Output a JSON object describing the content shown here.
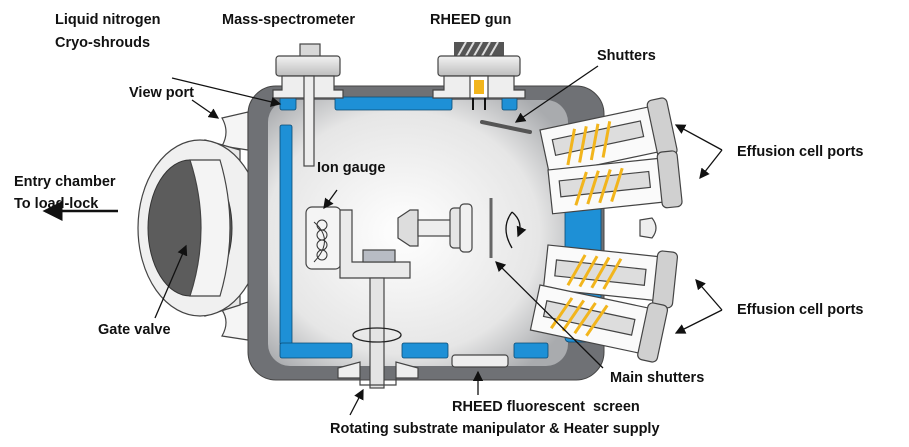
{
  "labels": {
    "cryo_line1": "Liquid nitrogen",
    "cryo_line2": "Cryo-shrouds",
    "mass_spec": "Mass-spectrometer",
    "rheed_gun": "RHEED gun",
    "shutters": "Shutters",
    "view_port": "View port",
    "entry_line1": "Entry chamber",
    "entry_line2": "To load-lock",
    "ion_gauge": "Ion gauge",
    "effusion_top": "Effusion cell ports",
    "effusion_bottom": "Effusion cell ports",
    "gate_valve": "Gate valve",
    "main_shutters": "Main shutters",
    "rheed_screen": "RHEED fluorescent  screen",
    "manipulator": "Rotating substrate manipulator & Heater supply"
  },
  "colors": {
    "shroud": "#1e90d6",
    "heater": "#f2b51c",
    "chamber_dark": "#6d6f73",
    "chamber_light": "#f4f4f4"
  }
}
